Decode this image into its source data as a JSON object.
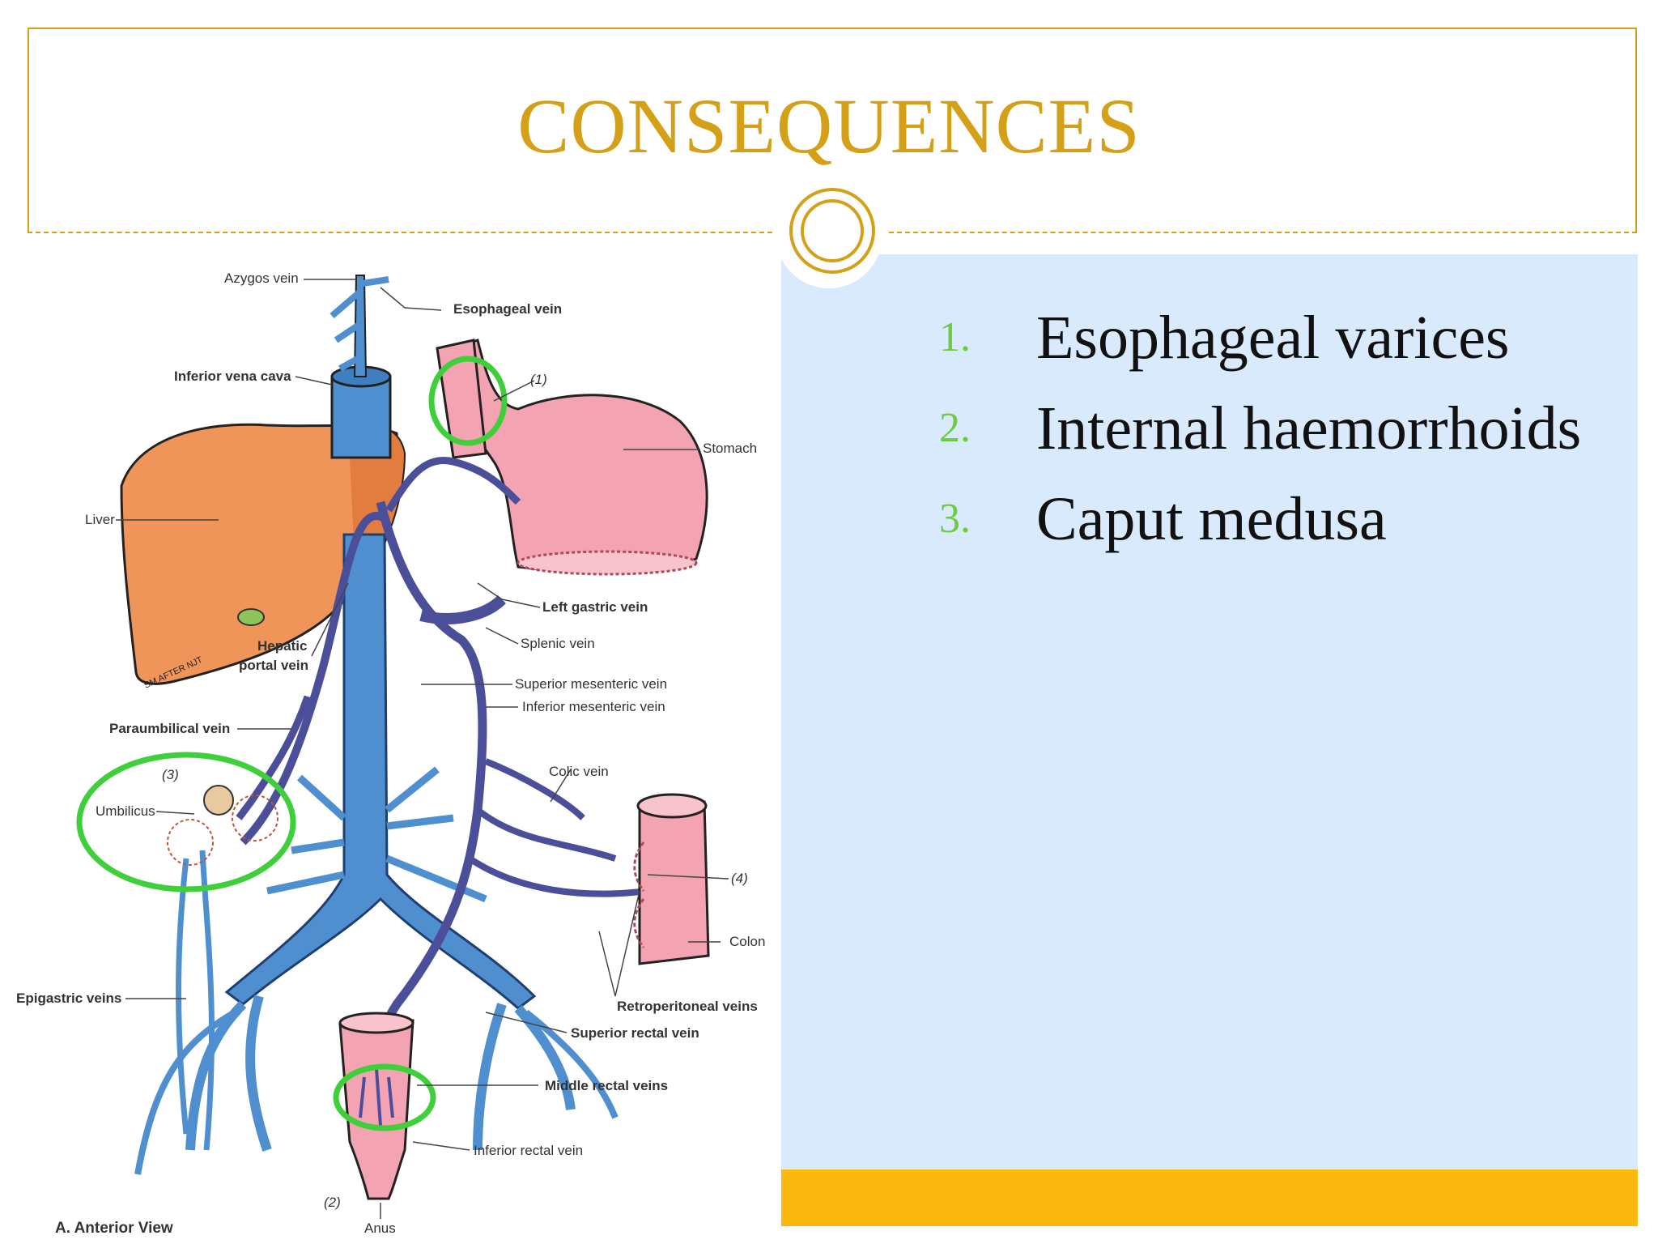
{
  "slide": {
    "title": "CONSEQUENCES",
    "items": [
      {
        "number": "1.",
        "text": "Esophageal varices"
      },
      {
        "number": "2.",
        "text": "Internal haemorrhoids"
      },
      {
        "number": "3.",
        "text": "Caput medusa"
      }
    ]
  },
  "diagram": {
    "labels": {
      "azygos": "Azygos vein",
      "esophageal": "Esophageal vein",
      "ivc": "Inferior vena cava",
      "marker1": "(1)",
      "stomach": "Stomach",
      "liver": "Liver",
      "left_gastric": "Left gastric vein",
      "splenic": "Splenic vein",
      "hepatic_portal_1": "Hepatic",
      "hepatic_portal_2": "portal vein",
      "sup_mesenteric": "Superior mesenteric vein",
      "inf_mesenteric": "Inferior mesenteric vein",
      "paraumbilical": "Paraumbilical vein",
      "marker3": "(3)",
      "umbilicus": "Umbilicus",
      "colic": "Colic vein",
      "marker4": "(4)",
      "colon": "Colon",
      "epigastric": "Epigastric veins",
      "retroperitoneal": "Retroperitoneal veins",
      "sup_rectal": "Superior rectal vein",
      "middle_rectal": "Middle rectal veins",
      "inf_rectal": "Inferior rectal vein",
      "marker2": "(2)",
      "anus": "Anus",
      "view": "A. Anterior View",
      "signature": "SM AFTER NJT"
    }
  },
  "colors": {
    "accent_gold": "#d4a017",
    "panel_blue": "#d8eafb",
    "bar_orange": "#fbb80e",
    "number_green": "#6ccb3f",
    "vein_blue": "#4f8fd0",
    "vein_purple": "#4b4f9a",
    "liver": "#f0955a",
    "organ_pink": "#f4a3b3",
    "highlight_green": "#3fcf3a"
  }
}
